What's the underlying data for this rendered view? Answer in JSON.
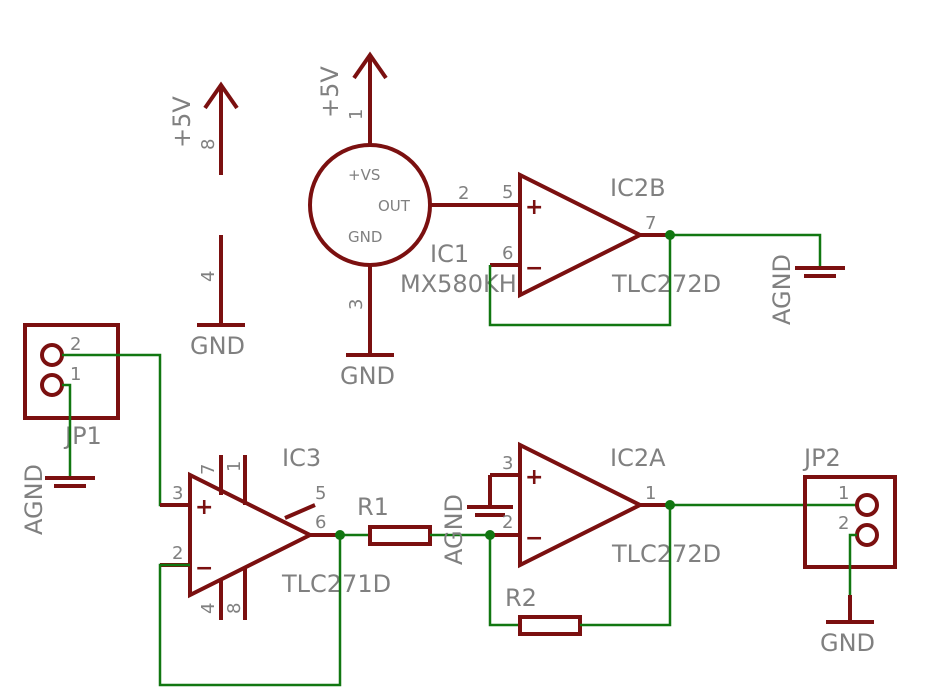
{
  "schematic": {
    "power_labels": {
      "vcc_left": "+5V",
      "vcc_ic1": "+5V",
      "gnd_supply": "GND",
      "gnd_ic1": "GND",
      "gnd_jp2": "GND",
      "agnd_ic2b": "AGND",
      "agnd_jp1": "AGND",
      "agnd_ic2a": "AGND"
    },
    "pins": {
      "p8": "8",
      "p4": "4",
      "ic1_p1": "1",
      "ic1_p2": "2",
      "ic1_p3": "3",
      "ic2b_p5": "5",
      "ic2b_p6": "6",
      "ic2b_p7": "7",
      "jp1_p2": "2",
      "jp1_p1": "1",
      "ic3_p3": "3",
      "ic3_p2": "2",
      "ic3_p7": "7",
      "ic3_p1": "1",
      "ic3_p5": "5",
      "ic3_p6": "6",
      "ic3_p4": "4",
      "ic3_p8": "8",
      "ic2a_p3": "3",
      "ic2a_p2": "2",
      "ic2a_p1": "1",
      "jp2_p1": "1",
      "jp2_p2": "2"
    },
    "ic1": {
      "pin_vs": "+VS",
      "pin_out": "OUT",
      "pin_gnd": "GND",
      "name": "IC1",
      "value": "MX580KH"
    },
    "ic2b": {
      "name": "IC2B",
      "value": "TLC272D",
      "plus": "+",
      "minus": "−"
    },
    "ic2a": {
      "name": "IC2A",
      "value": "TLC272D",
      "plus": "+",
      "minus": "−"
    },
    "ic3": {
      "name": "IC3",
      "value": "TLC271D",
      "plus": "+",
      "minus": "−"
    },
    "jp1": {
      "name": "JP1"
    },
    "jp2": {
      "name": "JP2"
    },
    "r1": {
      "name": "R1"
    },
    "r2": {
      "name": "R2"
    }
  }
}
